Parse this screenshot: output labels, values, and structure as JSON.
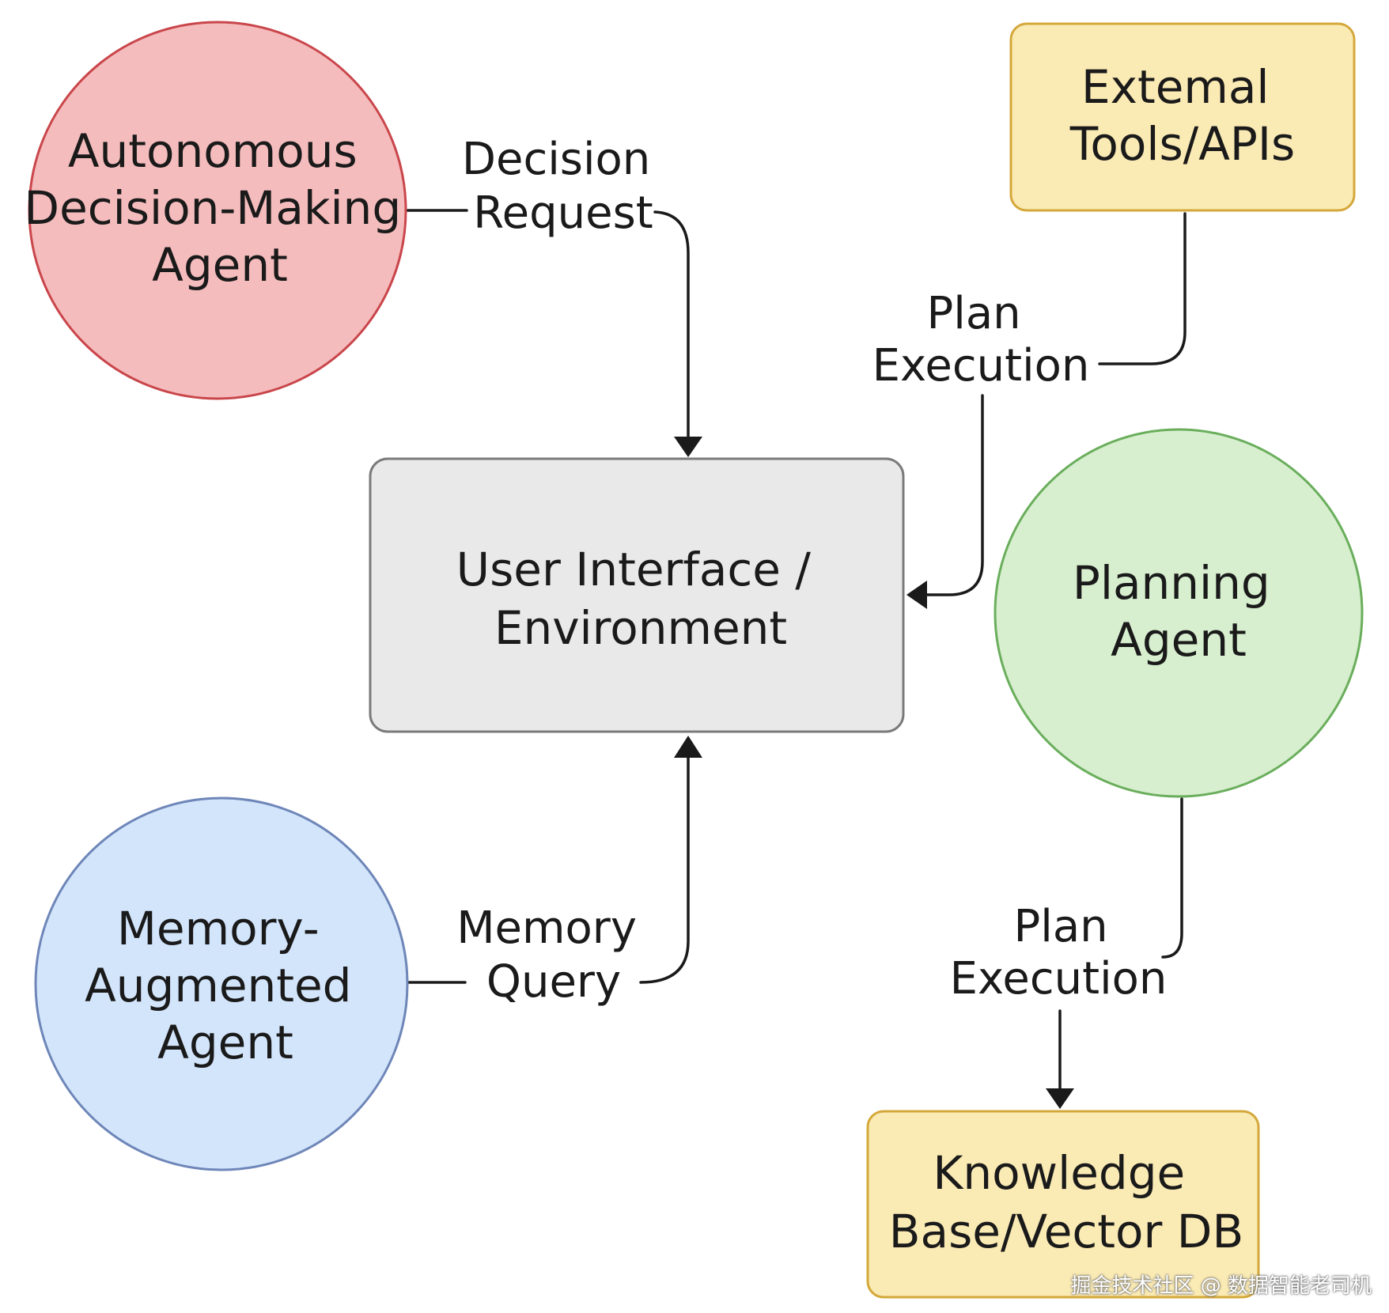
{
  "nodes": {
    "autonomous_agent": {
      "lines": [
        "Autonomous",
        "Decision-Making",
        "Agent"
      ],
      "fill": "#f5bcbd",
      "stroke": "#c9464b"
    },
    "external_tools": {
      "lines": [
        "Extemal",
        "Tools/APIs"
      ],
      "fill": "#faeab4",
      "stroke": "#d4a83a"
    },
    "user_interface": {
      "lines": [
        "User Interface /",
        "Environment"
      ],
      "fill": "#e9e9e9",
      "stroke": "#7a7a7a"
    },
    "planning_agent": {
      "lines": [
        "Planning",
        "Agent"
      ],
      "fill": "#d7efcf",
      "stroke": "#6aae5c"
    },
    "memory_agent": {
      "lines": [
        "Memory-",
        "Augmented",
        "Agent"
      ],
      "fill": "#d3e5fb",
      "stroke": "#6e86b8"
    },
    "knowledge_base": {
      "lines": [
        "Knowledge",
        "Base/Vector DB"
      ],
      "fill": "#faeab4",
      "stroke": "#d4a83a"
    }
  },
  "edges": {
    "decision_request": {
      "lines": [
        "Decision",
        "Request"
      ]
    },
    "plan_execution_top": {
      "lines": [
        "Plan",
        "Execution"
      ]
    },
    "memory_query": {
      "lines": [
        "Memory",
        "Query"
      ]
    },
    "plan_execution_bottom": {
      "lines": [
        "Plan",
        "Execution"
      ]
    }
  },
  "watermark": "掘金技术社区 @ 数据智能老司机"
}
